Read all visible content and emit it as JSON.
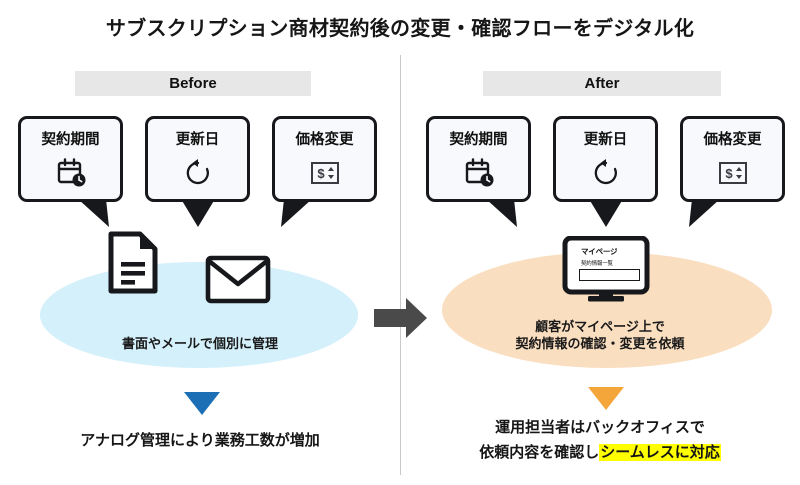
{
  "page_title": "サブスクリプション商材契約後の変更・確認フローをデジタル化",
  "divider": {
    "color": "#c9c9c9"
  },
  "columns": {
    "before": {
      "header_label": "Before",
      "header_bg": "#e7e7e7",
      "bubbles": [
        {
          "label": "契約期間",
          "icon": "calendar-clock-icon",
          "tail": "right"
        },
        {
          "label": "更新日",
          "icon": "refresh-icon",
          "tail": "center"
        },
        {
          "label": "価格変更",
          "icon": "price-change-icon",
          "tail": "left"
        }
      ],
      "ellipse_color": "#d3f0fb",
      "icons": [
        "document-icon",
        "envelope-icon"
      ],
      "ellipse_caption": "書面やメールで個別に管理",
      "triangle_color": "#1c6fb5",
      "conclusion": "アナログ管理により業務工数が増加"
    },
    "after": {
      "header_label": "After",
      "header_bg": "#e7e7e7",
      "bubbles": [
        {
          "label": "契約期間",
          "icon": "calendar-clock-icon",
          "tail": "right"
        },
        {
          "label": "更新日",
          "icon": "refresh-icon",
          "tail": "center"
        },
        {
          "label": "価格変更",
          "icon": "price-change-icon",
          "tail": "left"
        }
      ],
      "ellipse_color": "#fadec0",
      "monitor": {
        "heading": "マイページ",
        "subtext": "契約情報一覧",
        "field_value": ""
      },
      "ellipse_caption_line1": "顧客がマイページ上で",
      "ellipse_caption_line2": "契約情報の確認・変更を依頼",
      "triangle_color": "#f5a63a",
      "conclusion_line1": "運用担当者はバックオフィスで",
      "conclusion_line2_plain": "依頼内容を確認し",
      "conclusion_line2_highlight": "シームレスに対応",
      "highlight_color": "#ffff00"
    }
  },
  "center_arrow": {
    "name": "right-arrow",
    "color": "#4a4a4a"
  }
}
